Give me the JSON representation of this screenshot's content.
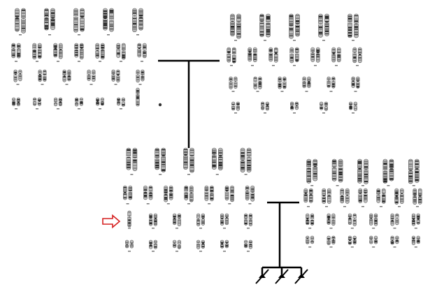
{
  "karyotypes": [
    {
      "name": "parent-one",
      "rows": [
        {
          "pairs": 5,
          "height": "large"
        },
        {
          "pairs": 7,
          "height": "medium"
        },
        {
          "pairs": 6,
          "height": "small"
        },
        {
          "pairs": 6,
          "height": "tiny",
          "extra": "single-long-and-dot"
        }
      ]
    },
    {
      "name": "parent-two",
      "rows": [
        {
          "pairs": 5,
          "height": "large"
        },
        {
          "pairs": 7,
          "height": "medium"
        },
        {
          "pairs": 6,
          "height": "small"
        },
        {
          "pairs": 5,
          "height": "tiny"
        }
      ]
    },
    {
      "name": "proband",
      "rows": [
        {
          "pairs": 5,
          "height": "large"
        },
        {
          "pairs": 7,
          "height": "medium"
        },
        {
          "pairs": 6,
          "height": "small",
          "highlight": 0
        },
        {
          "pairs": 6,
          "height": "tiny"
        }
      ]
    },
    {
      "name": "spouse",
      "rows": [
        {
          "pairs": 5,
          "height": "large"
        },
        {
          "pairs": 7,
          "height": "medium"
        },
        {
          "pairs": 6,
          "height": "small"
        },
        {
          "pairs": 6,
          "height": "tiny"
        }
      ]
    }
  ],
  "arrow_color": "#d62020",
  "line_color": "#000000",
  "offspring_count": 3,
  "offspring_status": "miscarriage"
}
